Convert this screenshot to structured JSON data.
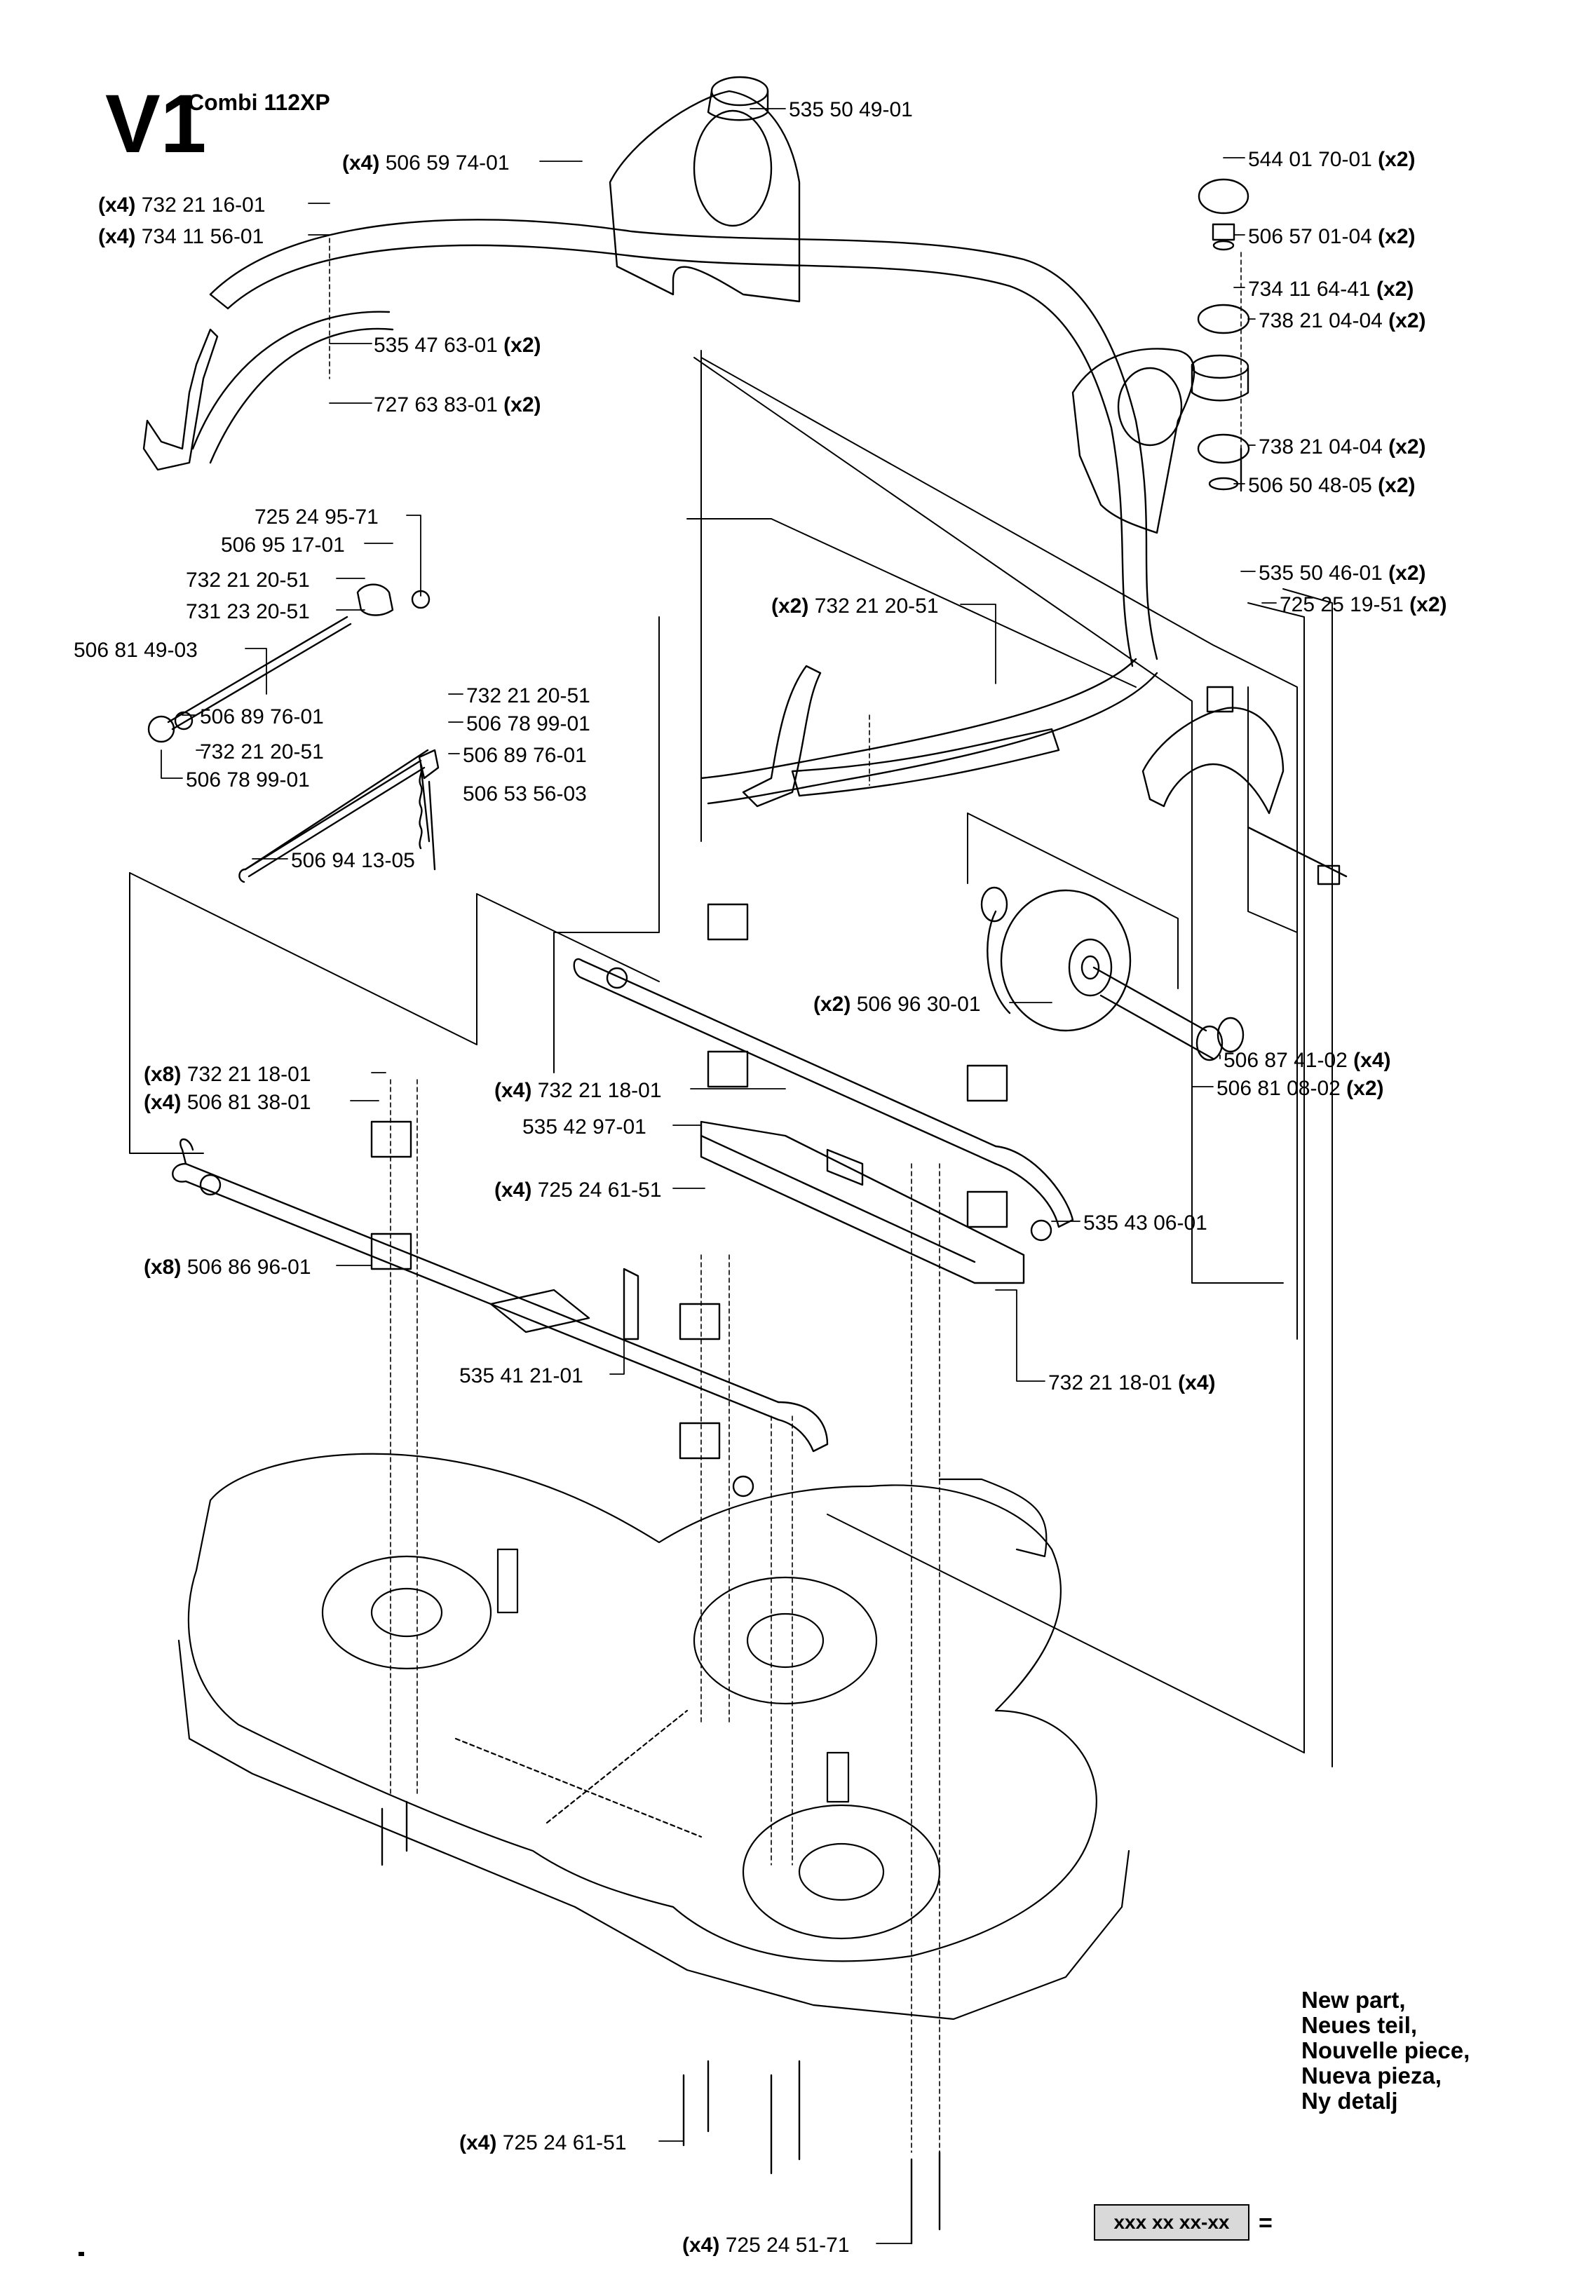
{
  "header": {
    "code": "V1",
    "model": "Combi 112XP"
  },
  "legend": {
    "lines": [
      "New part,",
      "Neues teil,",
      "Nouvelle piece,",
      "Nueva pieza,",
      "Ny detalj"
    ],
    "box_text": "xxx xx xx-xx",
    "equals": "="
  },
  "callouts": [
    {
      "qty": "",
      "part": "535 50 49-01"
    },
    {
      "qty": "(x4)",
      "part": "506 59 74-01"
    },
    {
      "qty": "(x4)",
      "part": "732 21 16-01"
    },
    {
      "qty": "(x4)",
      "part": "734 11 56-01"
    },
    {
      "qty": "(x2)",
      "part": "535 47 63-01"
    },
    {
      "qty": "(x2)",
      "part": "727 63 83-01"
    },
    {
      "qty": "(x2)",
      "part": "544 01 70-01"
    },
    {
      "qty": "(x2)",
      "part": "506 57 01-04"
    },
    {
      "qty": "(x2)",
      "part": "734 11 64-41"
    },
    {
      "qty": "(x2)",
      "part": "738 21 04-04"
    },
    {
      "qty": "(x2)",
      "part": "738 21 04-04"
    },
    {
      "qty": "(x2)",
      "part": "506 50 48-05"
    },
    {
      "qty": "(x2)",
      "part": "535 50 46-01"
    },
    {
      "qty": "(x2)",
      "part": "725 25 19-51"
    },
    {
      "qty": "",
      "part": "725 24 95-71"
    },
    {
      "qty": "",
      "part": "506 95 17-01"
    },
    {
      "qty": "",
      "part": "732 21 20-51"
    },
    {
      "qty": "",
      "part": "731 23 20-51"
    },
    {
      "qty": "",
      "part": "506 81 49-03"
    },
    {
      "qty": "(x2)",
      "part": "732 21 20-51"
    },
    {
      "qty": "",
      "part": "732 21 20-51"
    },
    {
      "qty": "",
      "part": "506 89 76-01"
    },
    {
      "qty": "",
      "part": "506 78 99-01"
    },
    {
      "qty": "",
      "part": "732 21 20-51"
    },
    {
      "qty": "",
      "part": "506 89 76-01"
    },
    {
      "qty": "",
      "part": "506 78 99-01"
    },
    {
      "qty": "",
      "part": "506 53 56-03"
    },
    {
      "qty": "",
      "part": "506 94 13-05"
    },
    {
      "qty": "(x2)",
      "part": "506 96 30-01"
    },
    {
      "qty": "(x4)",
      "part": "506 87 41-02"
    },
    {
      "qty": "(x2)",
      "part": "506 81 08-02"
    },
    {
      "qty": "(x8)",
      "part": "732 21 18-01"
    },
    {
      "qty": "(x4)",
      "part": "506 81 38-01"
    },
    {
      "qty": "(x4)",
      "part": "732 21 18-01"
    },
    {
      "qty": "",
      "part": "535 42 97-01"
    },
    {
      "qty": "(x4)",
      "part": "725 24 61-51"
    },
    {
      "qty": "",
      "part": "535 43 06-01"
    },
    {
      "qty": "(x8)",
      "part": "506 86 96-01"
    },
    {
      "qty": "(x4)",
      "part": "732 21 18-01"
    },
    {
      "qty": "",
      "part": "535 41 21-01"
    },
    {
      "qty": "(x4)",
      "part": "725 24 61-51"
    },
    {
      "qty": "(x4)",
      "part": "725 24 51-71"
    }
  ]
}
